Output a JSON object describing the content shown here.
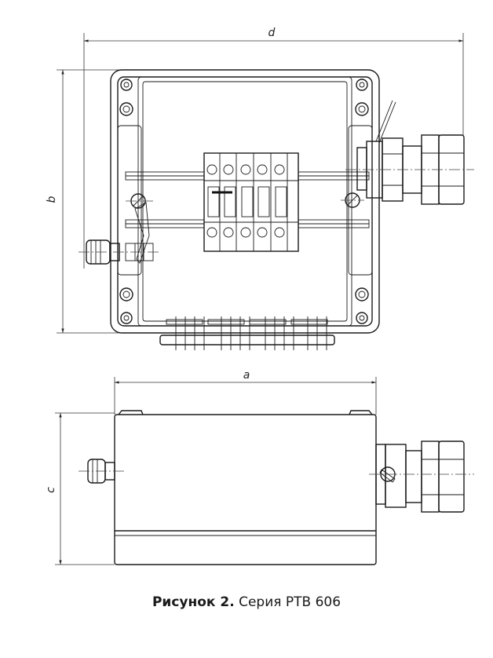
{
  "dimensions": {
    "width": "a",
    "height": "b",
    "depth": "c",
    "overall": "d"
  },
  "caption": {
    "prefix": "Рисунок 2.",
    "text": "Серия РТВ 606"
  }
}
